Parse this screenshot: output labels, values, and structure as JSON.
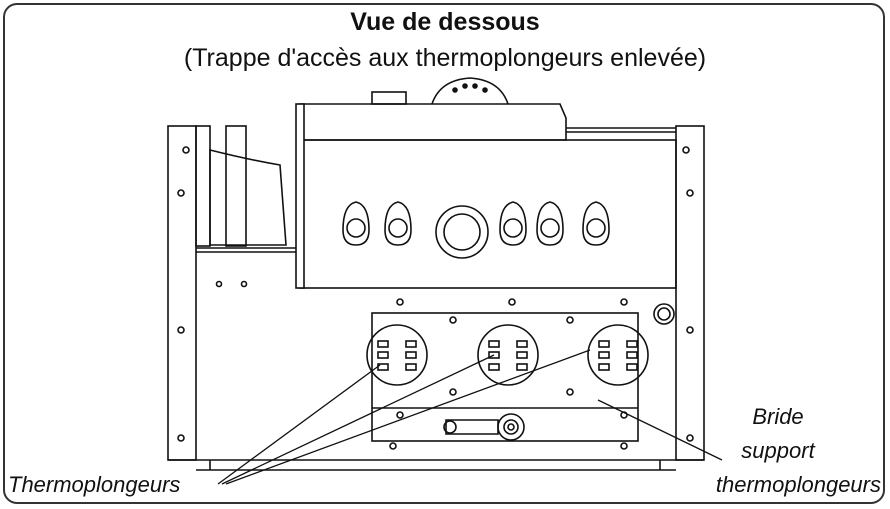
{
  "title": "Vue de dessous",
  "subtitle": "(Trappe d'accès aux thermoplongeurs enlevée)",
  "labels": {
    "heaters": "Thermoplongeurs",
    "bracket_line1": "Bride",
    "bracket_line2": "support",
    "bracket_line3": "thermoplongeurs"
  },
  "colors": {
    "line": "#111111",
    "frame": "#333333"
  }
}
